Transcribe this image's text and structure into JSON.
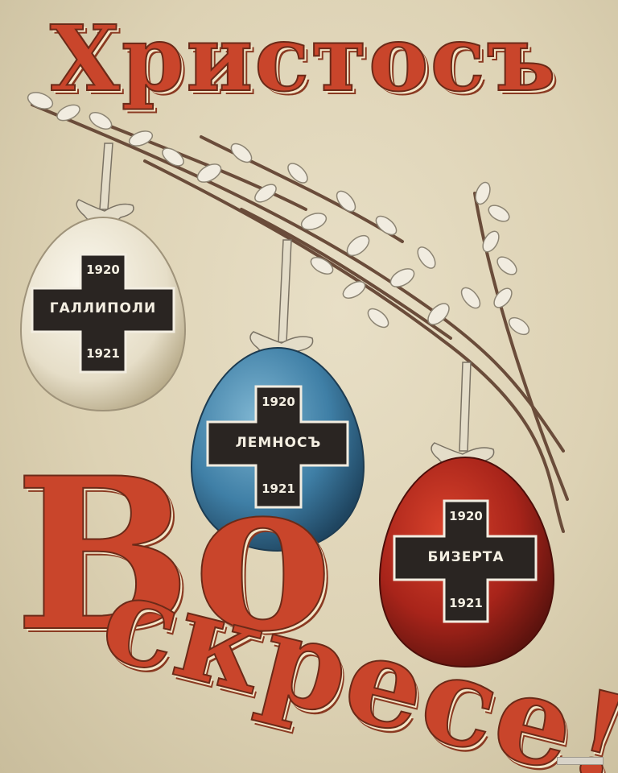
{
  "poster": {
    "title_top": "Христосъ",
    "title_bottom_part1": "Во",
    "title_bottom_part2": "скресе!",
    "colors": {
      "title_red": "#c9452b",
      "egg_white": "#ece6d4",
      "egg_blue": "#4a8bb0",
      "egg_red": "#b5271b",
      "cross": "#2a2522",
      "willow_branch": "#6a4c3a",
      "ribbon": "#ddd6c2"
    },
    "eggs": [
      {
        "color_name": "white",
        "year_top": "1920",
        "place": "ГАЛЛИПОЛИ",
        "year_bottom": "1921"
      },
      {
        "color_name": "blue",
        "year_top": "1920",
        "place": "ЛЕМНОСЪ",
        "year_bottom": "1921"
      },
      {
        "color_name": "red",
        "year_top": "1920",
        "place": "БИЗЕРТА",
        "year_bottom": "1921"
      }
    ]
  }
}
